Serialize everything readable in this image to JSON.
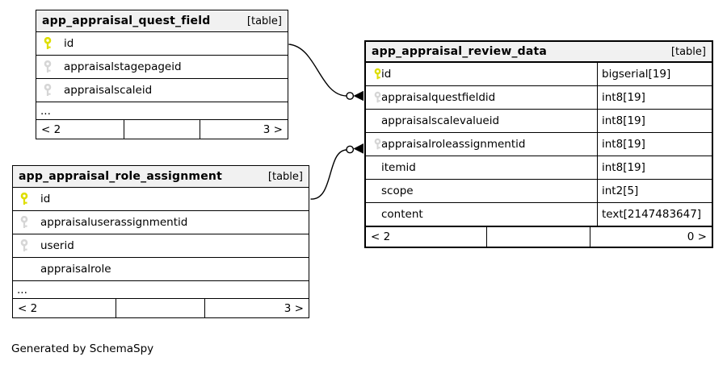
{
  "page": {
    "generator_note": "Generated by SchemaSpy"
  },
  "colors": {
    "primary_key_icon": "#dede00",
    "foreign_key_icon": "#d6d6d6",
    "header_background": "#f1f1f1",
    "table_border": "#000000",
    "row_background": "#ffffff"
  },
  "tables": {
    "quest_field": {
      "title": "app_appraisal_quest_field",
      "badge": "[table]",
      "columns": [
        {
          "name": "id",
          "key": "primary"
        },
        {
          "name": "appraisalstagepageid",
          "key": "foreign"
        },
        {
          "name": "appraisalscaleid",
          "key": "foreign"
        }
      ],
      "ellipsis": "...",
      "footer": {
        "left": "< 2",
        "middle": "",
        "right": "3 >"
      }
    },
    "role_assignment": {
      "title": "app_appraisal_role_assignment",
      "badge": "[table]",
      "columns": [
        {
          "name": "id",
          "key": "primary"
        },
        {
          "name": "appraisaluserassignmentid",
          "key": "foreign"
        },
        {
          "name": "userid",
          "key": "foreign"
        },
        {
          "name": "appraisalrole",
          "key": null
        }
      ],
      "ellipsis": "...",
      "footer": {
        "left": "< 2",
        "middle": "",
        "right": "3 >"
      }
    },
    "review_data": {
      "title": "app_appraisal_review_data",
      "badge": "[table]",
      "columns": [
        {
          "name": "id",
          "key": "primary",
          "type": "bigserial[19]"
        },
        {
          "name": "appraisalquestfieldid",
          "key": "foreign",
          "type": "int8[19]"
        },
        {
          "name": "appraisalscalevalueid",
          "key": null,
          "type": "int8[19]"
        },
        {
          "name": "appraisalroleassignmentid",
          "key": "foreign",
          "type": "int8[19]"
        },
        {
          "name": "itemid",
          "key": null,
          "type": "int8[19]"
        },
        {
          "name": "scope",
          "key": null,
          "type": "int2[5]"
        },
        {
          "name": "content",
          "key": null,
          "type": "text[2147483647]"
        }
      ],
      "footer": {
        "left": "< 2",
        "middle": "",
        "right": "0 >"
      }
    }
  },
  "relationships": [
    {
      "from_table": "app_appraisal_quest_field",
      "from_column": "id",
      "to_table": "app_appraisal_review_data",
      "to_column": "appraisalquestfieldid"
    },
    {
      "from_table": "app_appraisal_role_assignment",
      "from_column": "id",
      "to_table": "app_appraisal_review_data",
      "to_column": "appraisalroleassignmentid"
    }
  ]
}
